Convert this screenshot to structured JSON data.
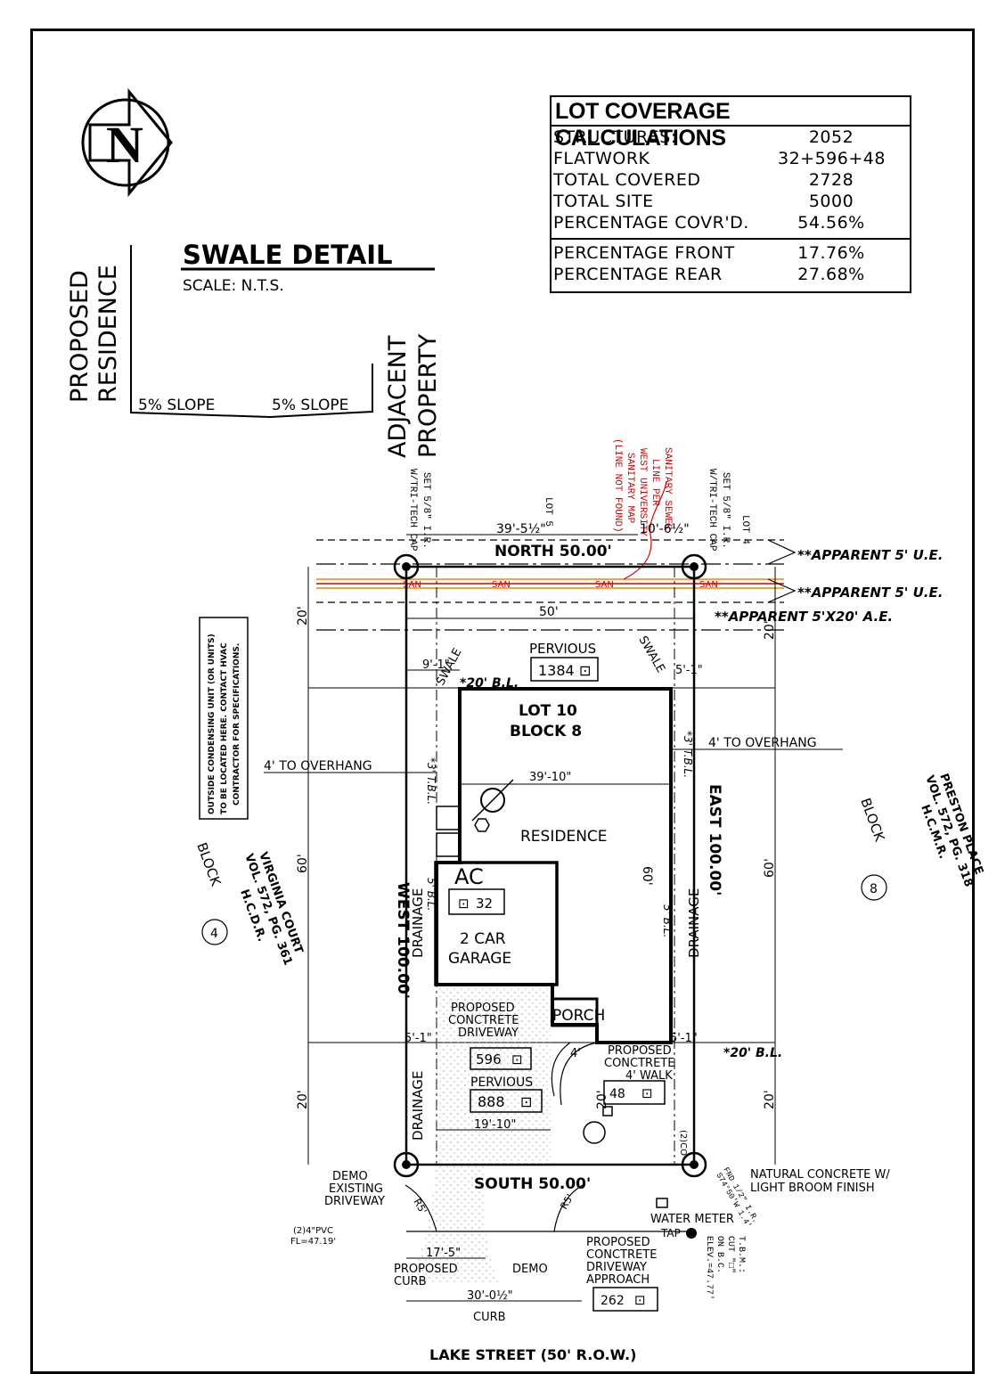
{
  "coverage": {
    "title": "LOT COVERAGE CALCULATIONS",
    "rows": [
      {
        "label": "STRUCTURES:",
        "value": "2052"
      },
      {
        "label": "FLATWORK",
        "value": "32+596+48"
      },
      {
        "label": "TOTAL COVERED",
        "value": "2728"
      },
      {
        "label": "TOTAL SITE",
        "value": "5000"
      },
      {
        "label": "PERCENTAGE COVR'D.",
        "value": "54.56%"
      }
    ],
    "rows2": [
      {
        "label": "PERCENTAGE FRONT",
        "value": "17.76%"
      },
      {
        "label": "PERCENTAGE REAR",
        "value": "27.68%"
      }
    ]
  },
  "north": {
    "letter": "N"
  },
  "swale": {
    "title": "SWALE DETAIL",
    "scale": "SCALE: N.T.S.",
    "left_label_1": "PROPOSED",
    "left_label_2": "RESIDENCE",
    "right_label_1": "ADJACENT",
    "right_label_2": "PROPERTY",
    "slope_left": "5% SLOPE",
    "slope_right": "5% SLOPE"
  },
  "lot": {
    "north_call": "NORTH  50.00'",
    "south_call": "SOUTH  50.00'",
    "east_call": "EAST  100.00'",
    "west_call": "WEST  100.00'",
    "lot_label": "LOT 10",
    "block_label": "BLOCK 8",
    "residence": "RESIDENCE",
    "garage_1": "2 CAR",
    "garage_2": "GARAGE",
    "ac": "AC",
    "ac_area": "32",
    "porch": "PORCH",
    "pervious_top": "PERVIOUS",
    "pervious_top_area": "1384",
    "driveway_1": "PROPOSED",
    "driveway_2": "CONCTRETE",
    "driveway_3": "DRIVEWAY",
    "driveway_area": "596",
    "pervious_bottom": "PERVIOUS",
    "pervious_bottom_area": "888",
    "walk_1": "PROPOSED",
    "walk_2": "CONCTRETE",
    "walk_3": "4' WALK",
    "walk_area": "48",
    "dim_50": "50'",
    "dim_39_10": "39'-10\"",
    "dim_39_5": "39'-5½\"",
    "dim_10_6": "10'-6½\"",
    "dim_9_1": "9'-1\"",
    "dim_5_1_a": "5'-1\"",
    "dim_5_1_b": "5'-1\"",
    "dim_5_1_c": "5'-1\"",
    "dim_19_10": "19'-10\"",
    "dim_20_tl": "20'",
    "dim_60_l": "60'",
    "dim_20_bl": "20'",
    "dim_20_tr": "20'",
    "dim_60_r": "60'",
    "dim_20_br": "20'",
    "dim_60_c": "60'",
    "dim_4": "4'",
    "dim_20_c": "20'",
    "bl_top": "*20' B.L.",
    "bl_bottom": "*20' B.L.",
    "overhang_l": "4' TO OVERHANG",
    "overhang_r": "4' TO OVERHANG",
    "swale_l": "SWALE",
    "swale_r": "SWALE",
    "drainage_l": "DRAINAGE",
    "drainage_l2": "DRAINAGE",
    "drainage_r": "DRAINAGE",
    "bl5_l": "5' B.L.",
    "bl5_r": "5' B.L.",
    "tbl_l": "*3' T.B.L.",
    "tbl_r": "*3' T.B.L.",
    "san": "SAN",
    "lot5": "LOT 5",
    "lot4": "LOT 4",
    "ir_left_1": "SET 5/8\" I.R.",
    "ir_left_2": "W/TRI-TECH CAP",
    "ir_right_1": "SET 5/8\" I.R.",
    "ir_right_2": "W/TRI-TECH CAP",
    "sanitary_1": "SANITARY SEWER",
    "sanitary_2": "LINE PER",
    "sanitary_3": "WEST UNIVERSITY",
    "sanitary_4": "SANITARY MAP",
    "sanitary_5": "(LINE NOT FOUND)",
    "ue_1": "**APPARENT 5' U.E.",
    "ue_2": "**APPARENT 5' U.E.",
    "ae": "**APPARENT 5'X20' A.E.",
    "condensing_1": "OUTSIDE CONDENSING UNIT (OR UNITS)",
    "condensing_2": "TO BE LOCATED HERE. CONTACT HVAC",
    "condensing_3": "CONTRACTOR FOR SPECIFICATIONS.",
    "block4": "BLOCK",
    "block4_num": "4",
    "block8": "BLOCK",
    "block8_num": "8",
    "virginia_1": "VIRGINIA COURT",
    "virginia_2": "VOL. 572, PG. 361",
    "virginia_3": "H.C.D.R.",
    "preston_1": "PRESTON PLACE",
    "preston_2": "VOL. 572, PG. 318",
    "preston_3": "H.C.M.R.",
    "demo_1": "DEMO",
    "demo_2": "EXISTING",
    "demo_3": "DRIVEWAY",
    "pvc_1": "(2)4\"PVC",
    "pvc_2": "FL=47.19'",
    "dim_17_5": "17'-5\"",
    "prop_curb_1": "PROPOSED",
    "prop_curb_2": "CURB",
    "demo_curb": "DEMO",
    "dim_30": "30'-0½\"",
    "curb": "CURB",
    "approach_1": "PROPOSED",
    "approach_2": "CONCTRETE",
    "approach_3": "DRIVEWAY",
    "approach_4": "APPROACH",
    "approach_area": "262",
    "r5_a": "R5'",
    "r5_b": "R5'",
    "water_meter": "WATER METER",
    "tap": "TAP",
    "natural_1": "NATURAL CONCRETE W/",
    "natural_2": "LIGHT BROOM FINISH",
    "tbm_1": "T.B.M.:",
    "tbm_2": "CUT \"□\"",
    "tbm_3": "ON B.C.",
    "tbm_4": "ELEV.=47.77'",
    "fnd_1": "FND 1/2\" I.R.",
    "fnd_2": "S74°50'W 1.4'",
    "co": "(2)CO",
    "street": "LAKE STREET (50' R.O.W.)"
  }
}
